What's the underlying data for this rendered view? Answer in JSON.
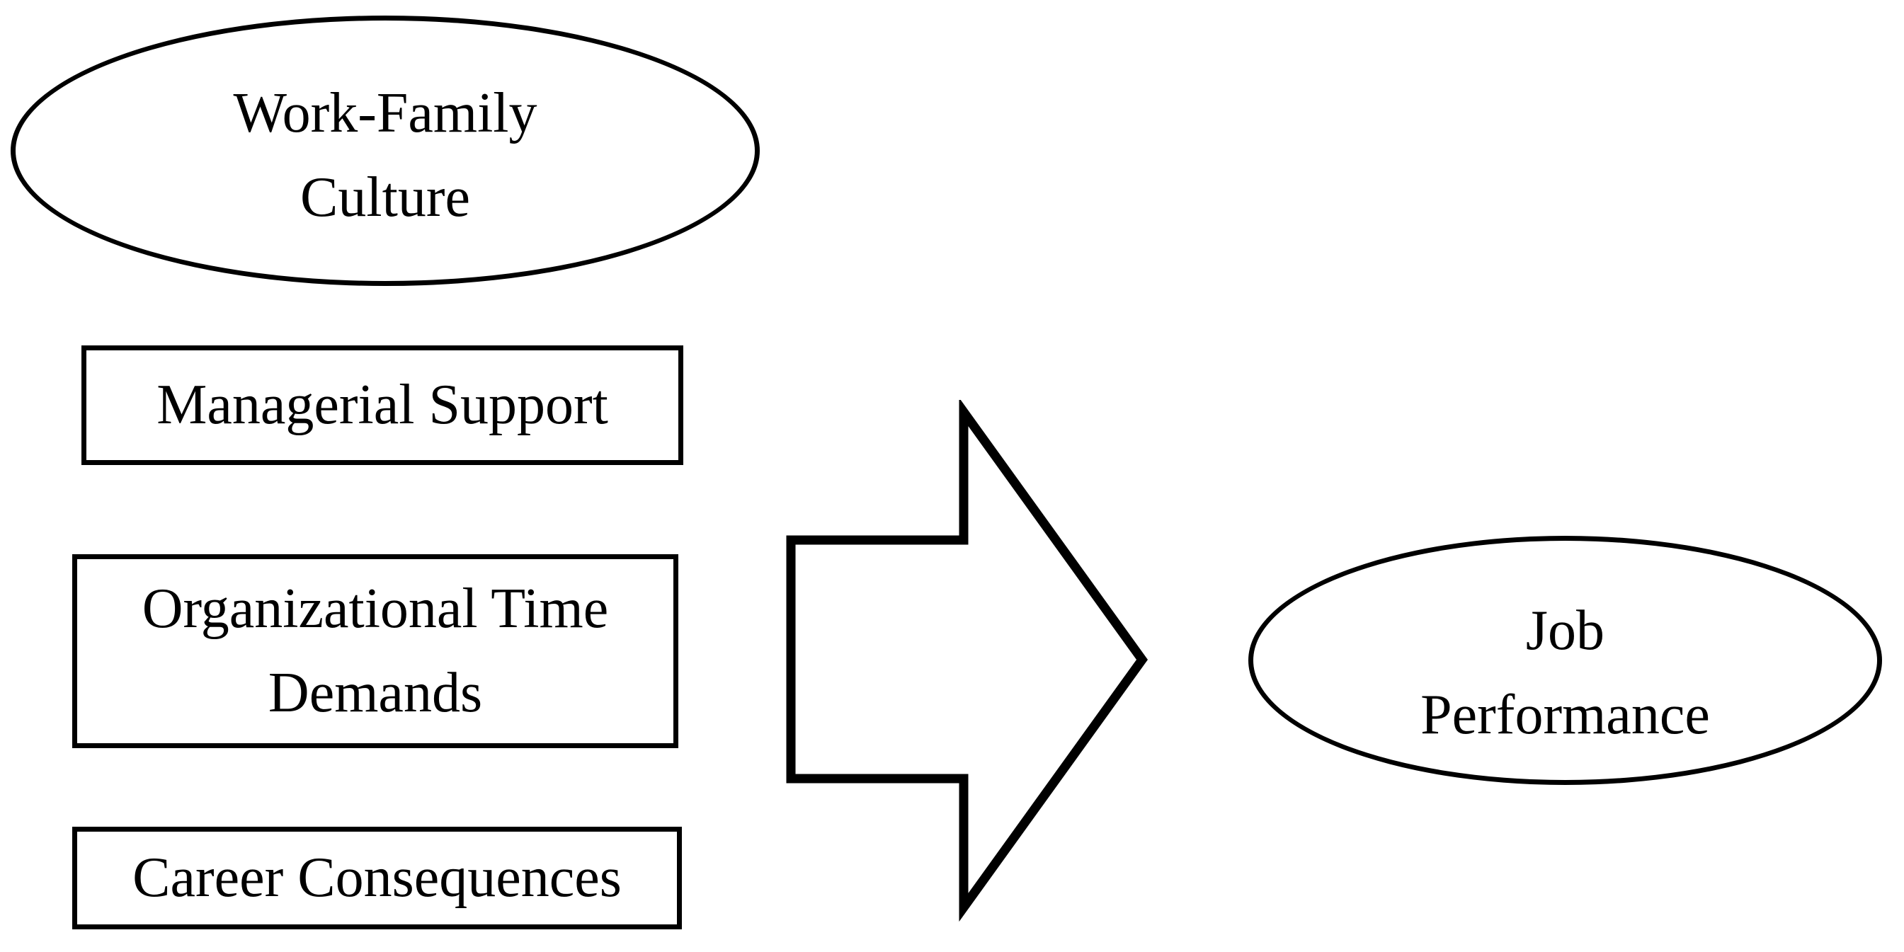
{
  "diagram": {
    "kind": "concept-model",
    "colors": {
      "background": "#ffffff",
      "shape_fill": "#ffffff",
      "stroke": "#000000",
      "text": "#000000"
    },
    "nodes": {
      "work_family_culture": {
        "shape": "oval",
        "line1": "Work-Family",
        "line2": "Culture"
      },
      "managerial_support": {
        "shape": "rectangle",
        "label": "Managerial Support"
      },
      "organizational_time_demands": {
        "shape": "rectangle",
        "line1": "Organizational Time",
        "line2": "Demands"
      },
      "career_consequences": {
        "shape": "rectangle",
        "label": "Career Consequences"
      },
      "job_performance": {
        "shape": "oval",
        "line1": "Job",
        "line2": "Performance"
      }
    },
    "connector": {
      "shape": "block-arrow",
      "direction": "right"
    }
  }
}
